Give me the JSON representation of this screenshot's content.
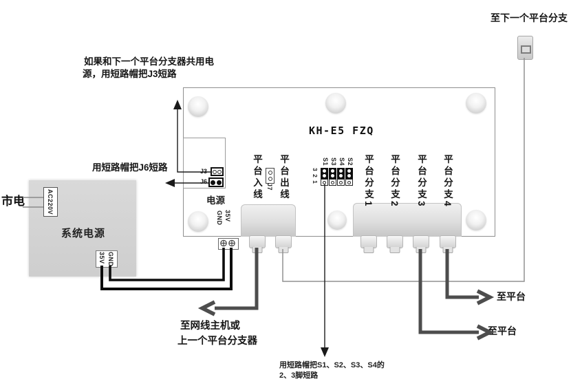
{
  "colors": {
    "cable": "#4d4d4d",
    "power_wire": "#0d0d0d",
    "signal_line": "#909090",
    "block_gray": "#d5d5d5"
  },
  "board": {
    "title": "KH-E5 FZQ",
    "power_section": {
      "label": "电源",
      "pin_gnd": "GND",
      "pin_35v": "35V"
    },
    "jumpers": {
      "j3": "J3",
      "j6": "J6",
      "j7": "J7",
      "pin_scale": "3 2 1",
      "s_labels": [
        "S1",
        "S3",
        "S4",
        "S2"
      ]
    },
    "ports": {
      "platform_in": "平台入线",
      "platform_out": "平台出线",
      "branches": [
        "平台分支1",
        "平台分支2",
        "平台分支3",
        "平台分支4"
      ]
    }
  },
  "power_supply": {
    "mains_label": "市电",
    "name": "系统电源",
    "input_terminal": "AC220V",
    "output_35v": "35V",
    "output_gnd": "GND"
  },
  "annotations": {
    "share_power_line1": "如果和下一个平台分支器共用电",
    "share_power_line2": "源，用短路帽把J3短路",
    "short_j6": "用短路帽把J6短路",
    "to_next_branch": "至下一个平台分支",
    "to_host_line1": "至网线主机或",
    "to_host_line2": "上一个平台分支器",
    "to_platform_top": "至平台",
    "to_platform_bottom": "至平台",
    "short_s_line1": "用短路帽把S1、S2、S3、S4的",
    "short_s_line2": "2、3脚短路"
  }
}
